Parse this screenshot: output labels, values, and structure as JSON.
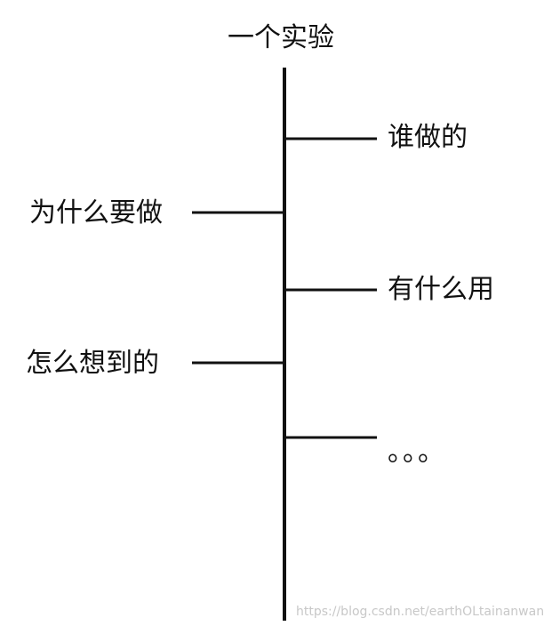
{
  "title": "一个实验",
  "branches": [
    {
      "side": "right",
      "label": "谁做的"
    },
    {
      "side": "left",
      "label": "为什么要做"
    },
    {
      "side": "right",
      "label": "有什么用"
    },
    {
      "side": "left",
      "label": "怎么想到的"
    },
    {
      "side": "right",
      "label": "。。。"
    }
  ],
  "watermark": "https://blog.csdn.net/earthOLtainanwan",
  "colors": {
    "line": "#111111",
    "text": "#111111",
    "watermark": "#c8c8c8"
  }
}
